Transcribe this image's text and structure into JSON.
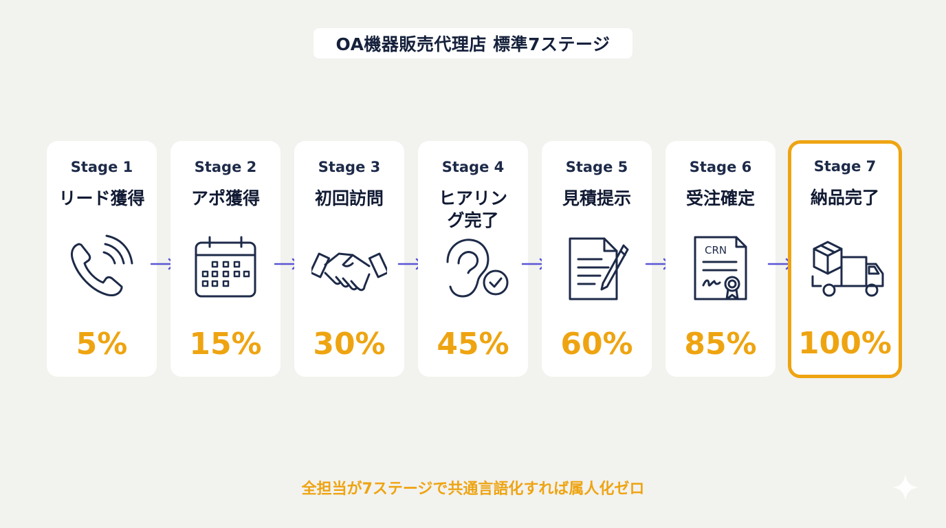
{
  "title": "OA機器販売代理店 標準7ステージ",
  "stages": [
    {
      "label": "Stage 1",
      "name": "リード獲得",
      "percent": "5%",
      "icon": "phone-icon"
    },
    {
      "label": "Stage 2",
      "name": "アポ獲得",
      "percent": "15%",
      "icon": "calendar-icon"
    },
    {
      "label": "Stage 3",
      "name": "初回訪問",
      "percent": "30%",
      "icon": "handshake-icon"
    },
    {
      "label": "Stage 4",
      "name": "ヒアリング完了",
      "percent": "45%",
      "icon": "ear-check-icon"
    },
    {
      "label": "Stage 5",
      "name": "見積提示",
      "percent": "60%",
      "icon": "document-pen-icon"
    },
    {
      "label": "Stage 6",
      "name": "受注確定",
      "percent": "85%",
      "icon": "certificate-icon",
      "icon_text": "CRN"
    },
    {
      "label": "Stage 7",
      "name": "納品完了",
      "percent": "100%",
      "icon": "delivery-truck-icon"
    }
  ],
  "footer": "全担当が7ステージで共通言語化すれば属人化ゼロ",
  "colors": {
    "accent": "#eea411",
    "arrow": "#5a55d6",
    "text": "#15203b",
    "background": "#f2f2ef"
  }
}
